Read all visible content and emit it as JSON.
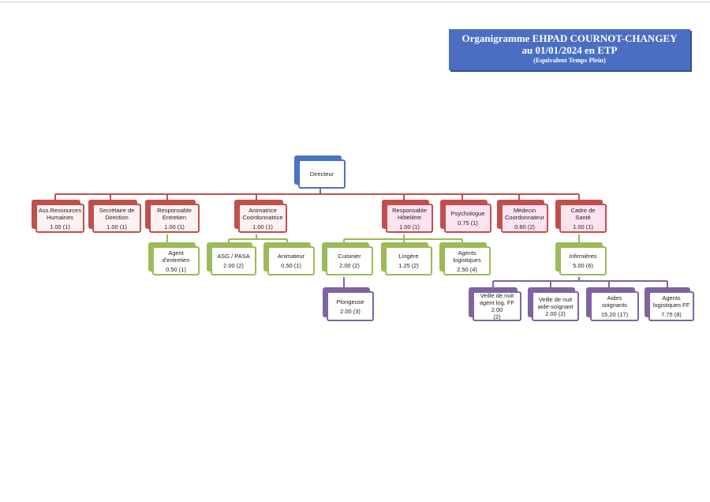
{
  "title": {
    "line1": "Organigramme EHPAD COURNOT-CHANGEY",
    "line2": "au 01/01/2024 en ETP",
    "line3": "(Equivalent Temps Plein)"
  },
  "colors": {
    "blue": "#4a73c4",
    "red": "#c0504d",
    "pink_fill": "#fbe3f0",
    "green": "#9bbb59",
    "purple": "#8064a2"
  },
  "nodes": {
    "directeur": {
      "label": "Directeur"
    },
    "rh": {
      "label": "Ass.Ressources Humaines",
      "value": "1.00 (1)"
    },
    "secretaire": {
      "label": "Secrétaire de Direction",
      "value": "1.00 (1)"
    },
    "resp_entretien": {
      "label": "Responsable Entretien",
      "value": "1.00 (1)"
    },
    "agent_entretien": {
      "label": "Agent d'entretien",
      "value": "0.50 (1)"
    },
    "animatrice": {
      "label": "Animatrice Coordonnatrice",
      "value": "1.00 (1)"
    },
    "asg": {
      "label": "ASG / PASA",
      "value": "2.00 (2)"
    },
    "animateur": {
      "label": "Animateur",
      "value": "0.50 (1)"
    },
    "resp_hoteliere": {
      "label": "Responsable Hôtelière",
      "value": "1.00 (1)"
    },
    "cuisinier": {
      "label": "Cuisinier",
      "value": "2.00 (2)"
    },
    "plongeuse": {
      "label": "Plongeuse",
      "value": "2.00 (3)"
    },
    "lingere": {
      "label": "Lingère",
      "value": "1.25 (2)"
    },
    "agents_log": {
      "label": "Agents logistiques",
      "value": "2.50 (4)"
    },
    "psychologue": {
      "label": "Psychologue",
      "value": "0.75 (1)"
    },
    "medecin": {
      "label": "Médecin Coordonnateur",
      "value": "0.60 (2)"
    },
    "cadre_sante": {
      "label": "Cadre de Santé",
      "value": "1.00 (1)"
    },
    "infirmieres": {
      "label": "Infirmières",
      "value": "5.00 (6)"
    },
    "veille_agent": {
      "label": "Veille de nuit agent log. FF 2.00",
      "value": "(2)"
    },
    "veille_as": {
      "label": "Veille de nuit aide-soignant",
      "value": "2.00 (2)"
    },
    "aides_soignants": {
      "label": "Aides soignants",
      "value": "15.20 (17)"
    },
    "agents_log_ff": {
      "label": "Agents logistiques FF",
      "value": "7.75 (8)"
    }
  }
}
